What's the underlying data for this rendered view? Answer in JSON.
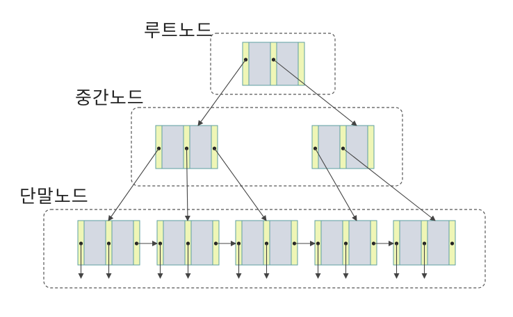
{
  "labels": {
    "root": "루트노드",
    "internal": "중간노드",
    "leaf": "단말노드"
  },
  "colors": {
    "key_cell": "#d4d9e2",
    "pointer_cell": "#eff6b6",
    "cell_border": "#5c9fa0",
    "arrow": "#444444",
    "group_border": "#555555"
  },
  "tree": {
    "levels": [
      "root",
      "internal",
      "leaf"
    ],
    "root_node": {
      "keys": 2
    },
    "internal_nodes": [
      {
        "keys": 2
      },
      {
        "keys": 2
      }
    ],
    "leaf_nodes": [
      {
        "keys": 2
      },
      {
        "keys": 2
      },
      {
        "keys": 2
      },
      {
        "keys": 2
      },
      {
        "keys": 2
      }
    ]
  }
}
